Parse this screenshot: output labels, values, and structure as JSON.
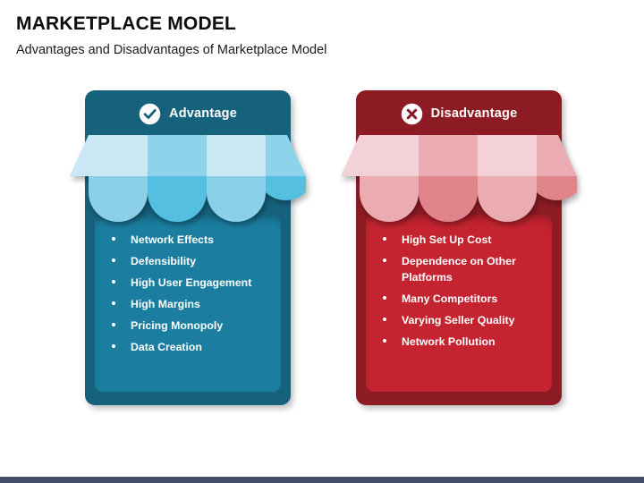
{
  "slide": {
    "title": "MARKETPLACE MODEL",
    "subtitle": "Advantages and Disadvantages of Marketplace Model",
    "background_color": "#ffffff",
    "footer_bar_color": "#434f69"
  },
  "cards": [
    {
      "id": "advantage",
      "header_label": "Advantage",
      "icon": "check-circle-icon",
      "colors": {
        "outer": "#16627c",
        "body": "#1b7ea0",
        "awning_light": "#c9e8f4",
        "awning_mid": "#8ed3ea",
        "awning_light_lower": "#8bd0e8",
        "awning_mid_lower": "#55bfe0",
        "icon_mark": "#16627c"
      },
      "items": [
        "Network Effects",
        "Defensibility",
        "High User Engagement",
        "High Margins",
        "Pricing Monopoly",
        "Data Creation"
      ]
    },
    {
      "id": "disadvantage",
      "header_label": "Disadvantage",
      "icon": "x-circle-icon",
      "colors": {
        "outer": "#8d1b24",
        "body": "#c42430",
        "awning_light": "#f2d2d6",
        "awning_mid": "#eaacb2",
        "awning_light_lower": "#eaabb1",
        "awning_mid_lower": "#e0848c",
        "icon_mark": "#8d1b24"
      },
      "items": [
        "High Set Up Cost",
        "Dependence on Other Platforms",
        "Many Competitors",
        "Varying Seller Quality",
        "Network Pollution"
      ]
    }
  ]
}
